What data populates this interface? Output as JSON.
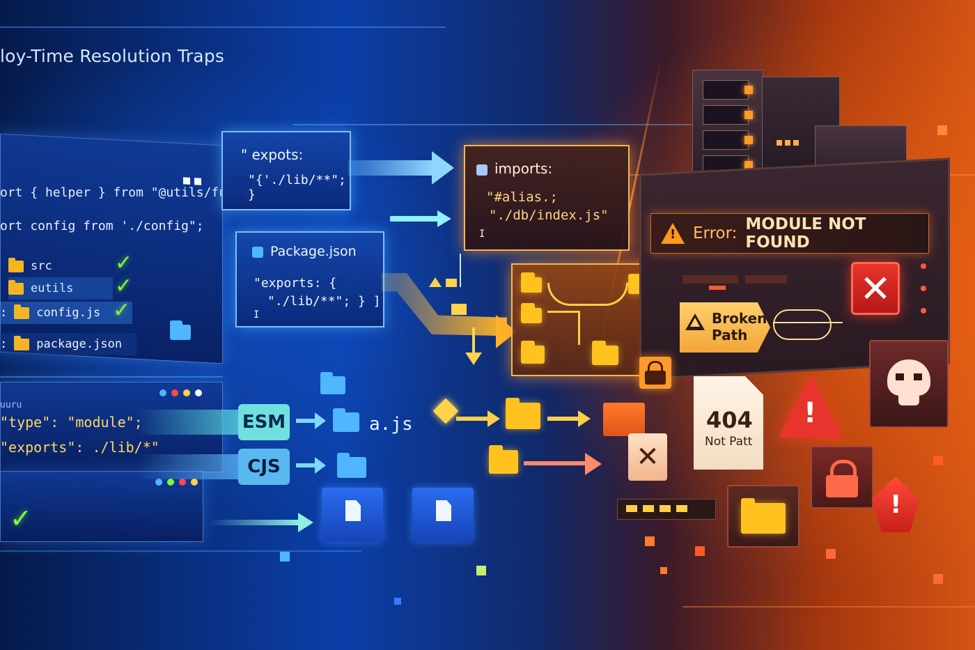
{
  "title": "loy-Time Resolution Traps",
  "code_editor": {
    "line1": "ort { helper } from \"@utils/funcs;",
    "line2": "ort config from './config\";",
    "tree": [
      {
        "label": "src",
        "checked": true
      },
      {
        "label": "eutils",
        "checked": true
      },
      {
        "label": "config.js",
        "checked": true
      },
      {
        "label": "package.json",
        "checked": false
      }
    ]
  },
  "package_snippet": {
    "header": "uuru",
    "line1": "\"type\": \"module\";",
    "line2": "\"exports\": ./lib/*\""
  },
  "exports_card": {
    "title": "\" expots:",
    "value": "\"{'./lib/**\"; }"
  },
  "packagejson_card": {
    "title": "Package.json",
    "line1": "\"exports: {",
    "line2": "\"./lib/**\"; } ]",
    "cursor": "I"
  },
  "imports_card": {
    "title": "imports:",
    "line1": "\"#alias.;",
    "line2": "\"./db/index.js\"",
    "cursor": "I"
  },
  "module_formats": {
    "esm": "ESM",
    "cjs": "CJS",
    "file_label": "a.js"
  },
  "error": {
    "prefix": "Error:",
    "message": "MODULE NOT FOUND"
  },
  "broken_path": {
    "line1": "Broken",
    "line2": "Path"
  },
  "not_found_doc": {
    "code": "404",
    "text": "Not Patt"
  },
  "colors": {
    "blue_accent": "#4fb6ff",
    "gold": "#ffc21f",
    "orange": "#ff9a1a",
    "error_red": "#e8342c",
    "check_green": "#7cff2e"
  }
}
